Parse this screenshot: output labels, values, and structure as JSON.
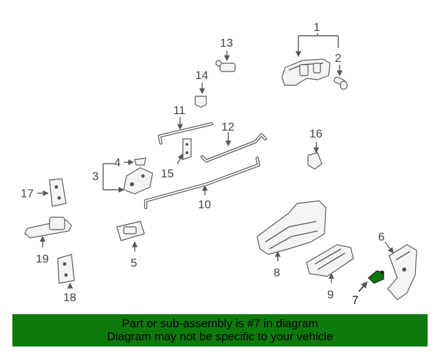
{
  "callouts": {
    "c1": "1",
    "c2": "2",
    "c3": "3",
    "c4": "4",
    "c5": "5",
    "c6": "6",
    "c7": "7",
    "c8": "8",
    "c9": "9",
    "c10": "10",
    "c11": "11",
    "c12": "12",
    "c13": "13",
    "c14": "14",
    "c15": "15",
    "c16": "16",
    "c17": "17",
    "c18": "18",
    "c19": "19"
  },
  "highlight": {
    "part_number": "7",
    "color": "#0e7a0d"
  },
  "banner": {
    "line1": "Part or sub-assembly is #7 in diagram",
    "line2": "Diagram may not be specific to your vehicle",
    "background": "#0e7a0d"
  }
}
